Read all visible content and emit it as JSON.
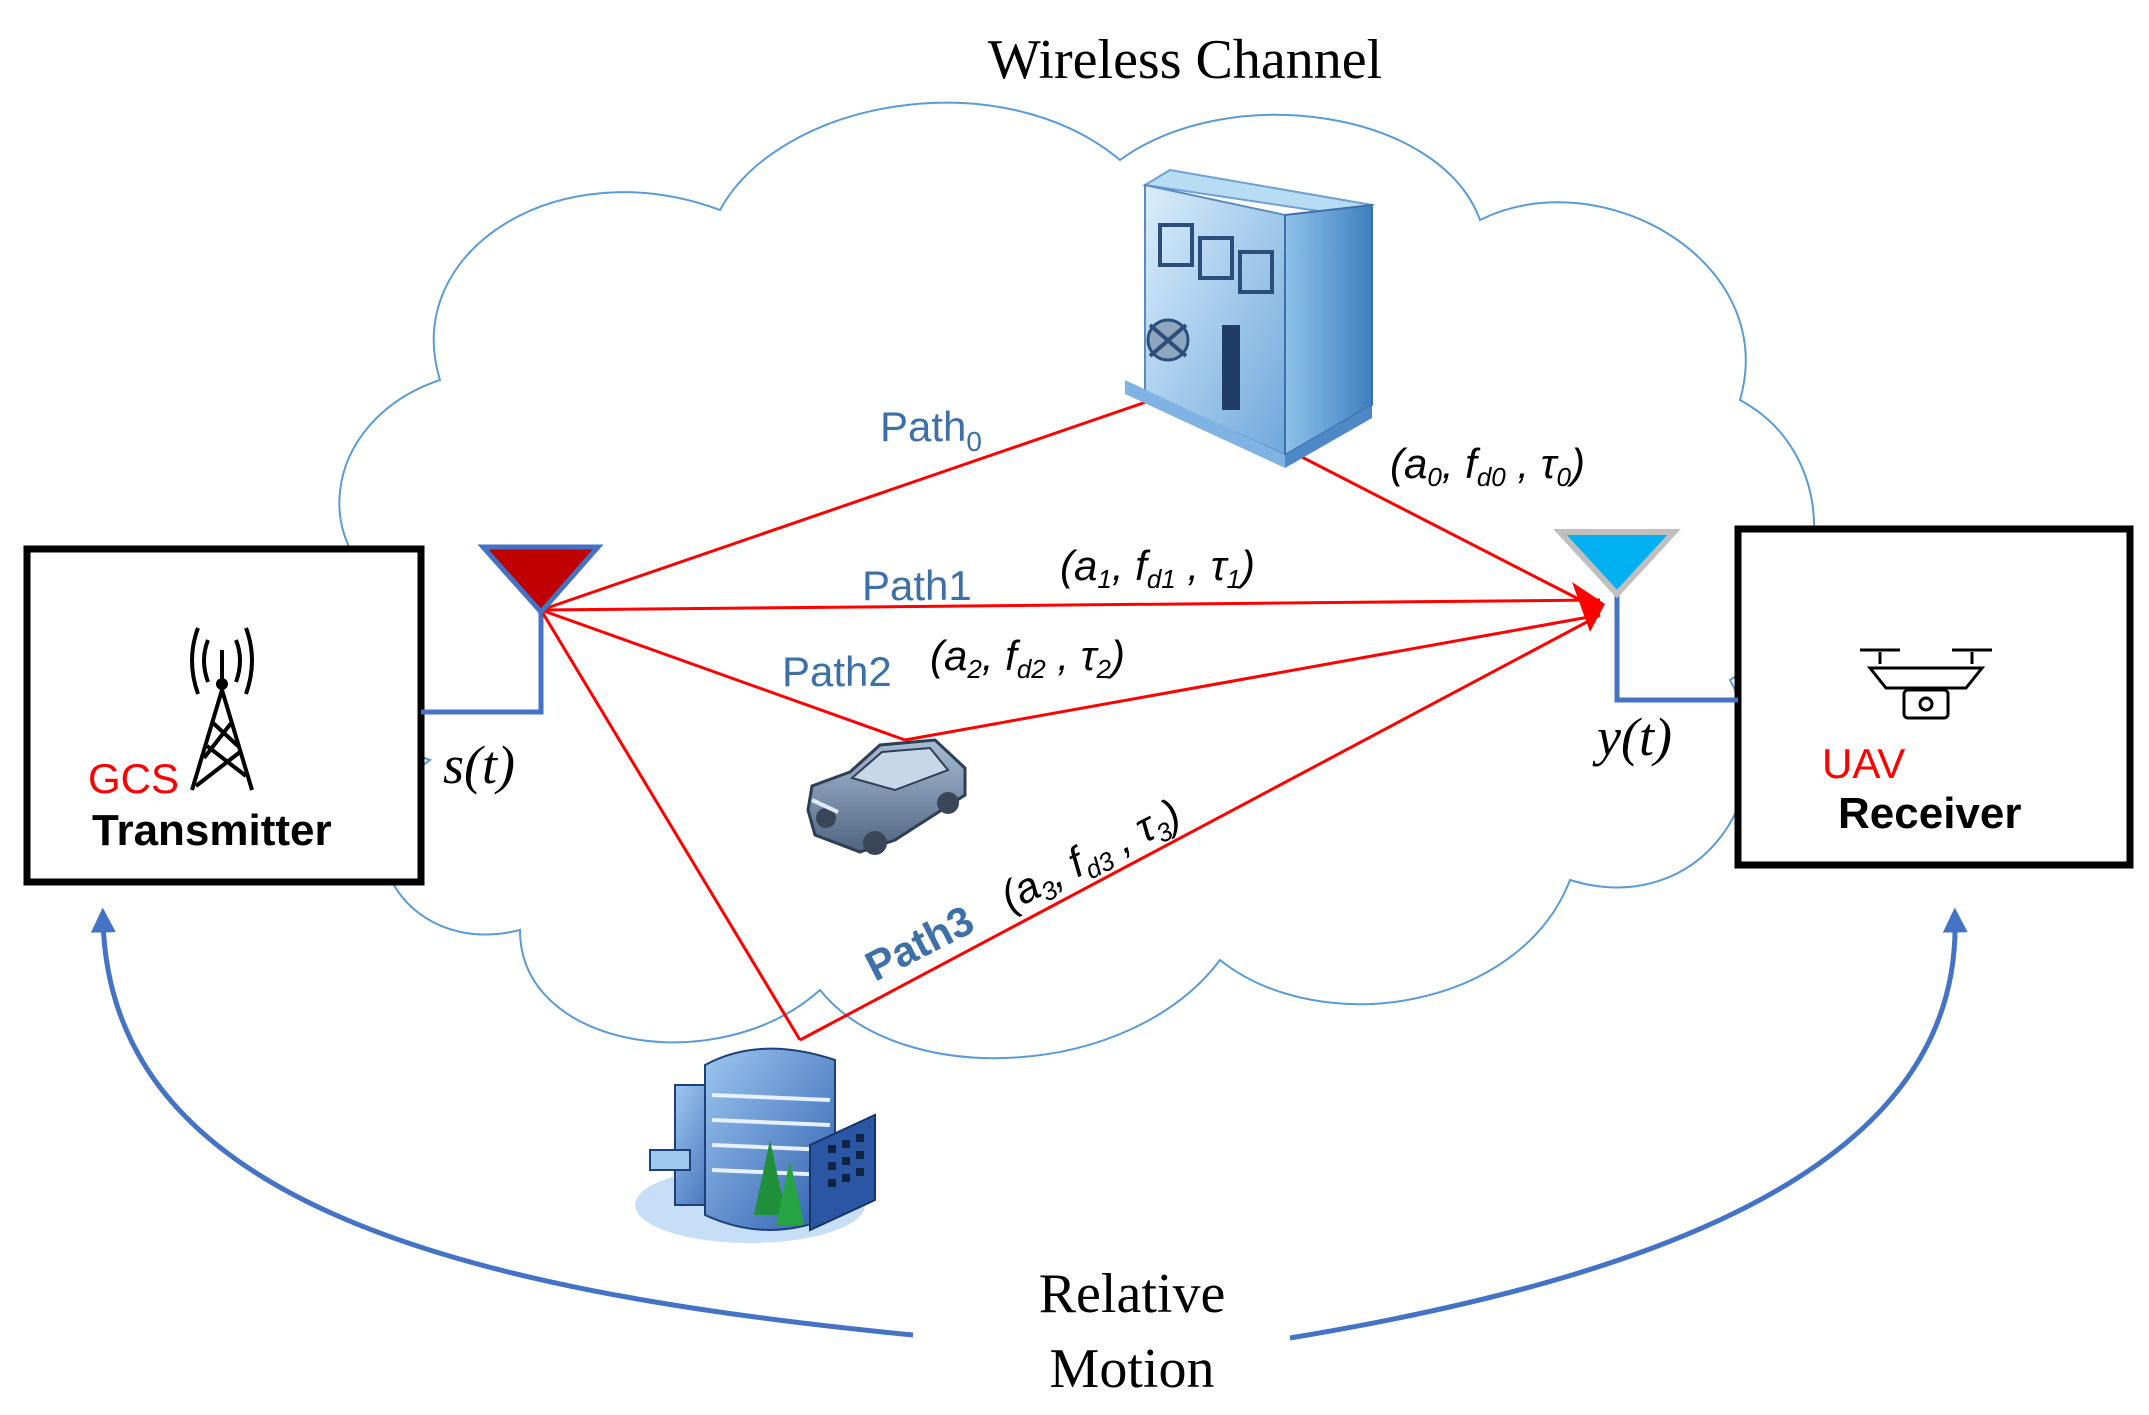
{
  "title": "Wireless Channel",
  "transmitter": {
    "name_red": "GCS",
    "label": "Transmitter",
    "icon": "radio-tower-icon"
  },
  "receiver": {
    "name_red": "UAV",
    "label": "Receiver",
    "icon": "drone-icon"
  },
  "signals": {
    "tx": "s(t)",
    "rx": "y(t)"
  },
  "paths": [
    {
      "label_main": "Path",
      "label_sub": "0",
      "param": {
        "a": "a",
        "a_sub": "0",
        "f": "f",
        "f_sub": "d0",
        "tau": "τ",
        "tau_sub": "0"
      },
      "reflector": "office-building-icon"
    },
    {
      "label_main": "Path1",
      "label_sub": "",
      "param": {
        "a": "a",
        "a_sub": "1",
        "f": "f",
        "f_sub": "d1",
        "tau": "τ",
        "tau_sub": "1"
      },
      "reflector": "none"
    },
    {
      "label_main": "Path2",
      "label_sub": "",
      "param": {
        "a": "a",
        "a_sub": "2",
        "f": "f",
        "f_sub": "d2",
        "tau": "τ",
        "tau_sub": "2"
      },
      "reflector": "car-icon"
    },
    {
      "label_main": "Path3",
      "label_sub": "",
      "param": {
        "a": "a",
        "a_sub": "3",
        "f": "f",
        "f_sub": "d3",
        "tau": "τ",
        "tau_sub": "3"
      },
      "reflector": "city-building-icon"
    }
  ],
  "motion": {
    "line1": "Relative",
    "line2": "Motion"
  },
  "colors": {
    "path_line": "#ff0000",
    "path_label": "#3d6fa8",
    "tx_antenna": "#c00000",
    "rx_antenna": "#00b0f0",
    "feed_line": "#4472c4",
    "cloud": "#5b9bd5",
    "motion_arrow": "#4472c4",
    "red_text": "#ff0000"
  }
}
